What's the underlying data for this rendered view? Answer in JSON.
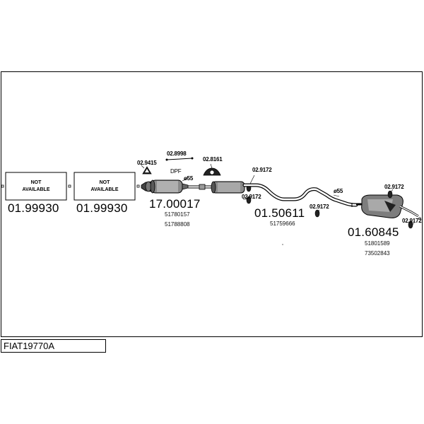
{
  "diagram_id": "FIAT19770A",
  "placeholders": [
    {
      "label": "NOT\nAVAILABLE",
      "number": "01.99930"
    },
    {
      "label": "NOT\nAVAILABLE",
      "number": "01.99930"
    }
  ],
  "front_section": {
    "number": "17.00017",
    "refs": [
      "51780157",
      "51788808"
    ],
    "dpf_label": "DPF",
    "diameter_label": "ø55",
    "codes": [
      "02.8998",
      "02.9415",
      "02.8161"
    ]
  },
  "middle_section": {
    "number": "01.50611",
    "refs": [
      "51759666"
    ],
    "diameter_label": "ø55",
    "codes": [
      "02.9172",
      "02.9172",
      "02.9172"
    ]
  },
  "rear_section": {
    "number": "01.60845",
    "refs": [
      "51801589",
      "73502843"
    ],
    "codes": [
      "02.9172",
      "02.9172"
    ]
  }
}
